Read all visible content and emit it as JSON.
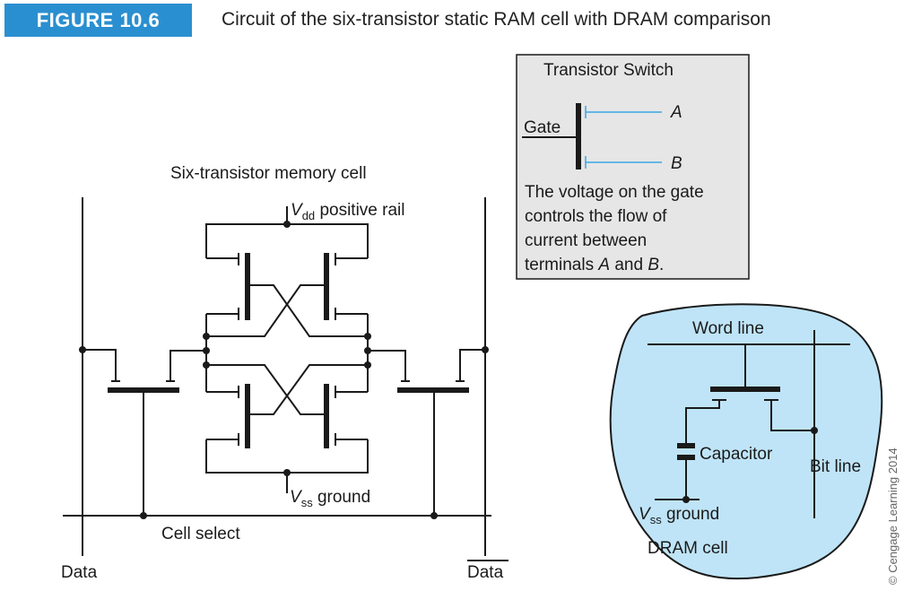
{
  "figure": {
    "label": "FIGURE 10.6",
    "caption": "Circuit of the six-transistor static RAM cell with DRAM comparison",
    "badge_color": "#2a8fd0"
  },
  "sram": {
    "title": "Six-transistor memory cell",
    "vdd_symbol": "V",
    "vdd_subscript": "dd",
    "vdd_label": "positive rail",
    "vss_symbol": "V",
    "vss_subscript": "ss",
    "vss_label": "ground",
    "cell_select": "Cell select",
    "data_left": "Data",
    "data_right": "Data"
  },
  "switch_box": {
    "title": "Transistor Switch",
    "gate_label": "Gate",
    "terminal_a": "A",
    "terminal_b": "B",
    "desc_line1": "The voltage on the gate",
    "desc_line2": "controls the flow of",
    "desc_line3": "current between",
    "desc_line4_pre": "terminals ",
    "desc_line4_a": "A",
    "desc_line4_mid": " and ",
    "desc_line4_b": "B",
    "desc_line4_end": ".",
    "background": "#e6e6e6",
    "terminal_color": "#3aa7e6"
  },
  "dram": {
    "word_line": "Word line",
    "capacitor": "Capacitor",
    "bit_line": "Bit line",
    "vss_symbol": "V",
    "vss_subscript": "ss",
    "vss_label": "ground",
    "cell_label": "DRAM cell",
    "blob_fill": "#bfe4f7"
  },
  "credit": "© Cengage Learning 2014"
}
